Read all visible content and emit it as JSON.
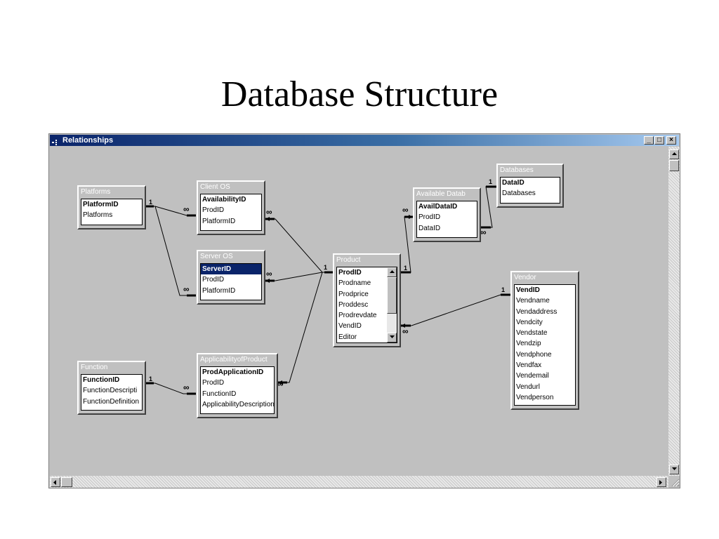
{
  "slide": {
    "title": "Database Structure"
  },
  "window": {
    "title": "Relationships",
    "buttons": {
      "minimize": "_",
      "maximize": "□",
      "close": "×"
    }
  },
  "tables": {
    "platforms": {
      "name": "Platforms",
      "fields": [
        "PlatformID",
        "Platforms"
      ]
    },
    "client_os": {
      "name": "Client OS",
      "fields": [
        "AvailabilityID",
        "ProdID",
        "PlatformID"
      ]
    },
    "server_os": {
      "name": "Server OS",
      "fields": [
        "ServerID",
        "ProdID",
        "PlatformID"
      ]
    },
    "available_databases": {
      "name": "Available Datab",
      "fields": [
        "AvailDataID",
        "ProdID",
        "DataID"
      ]
    },
    "databases": {
      "name": "Databases",
      "fields": [
        "DataID",
        "Databases"
      ]
    },
    "product": {
      "name": "Product",
      "fields": [
        "ProdID",
        "Prodname",
        "Prodprice",
        "Proddesc",
        "Prodrevdate",
        "VendID",
        "Editor"
      ]
    },
    "vendor": {
      "name": "Vendor",
      "fields": [
        "VendID",
        "Vendname",
        "Vendaddress",
        "Vendcity",
        "Vendstate",
        "Vendzip",
        "Vendphone",
        "Vendfax",
        "Vendemail",
        "Vendurl",
        "Vendperson"
      ]
    },
    "function": {
      "name": "Function",
      "fields": [
        "FunctionID",
        "FunctionDescripti",
        "FunctionDefinition"
      ]
    },
    "applicability": {
      "name": "ApplicabilityofProduct",
      "fields": [
        "ProdApplicationID",
        "ProdID",
        "FunctionID",
        "ApplicabilityDescription"
      ]
    }
  },
  "relationship_labels": {
    "one": "1",
    "many": "∞"
  },
  "colors": {
    "title_bar": "#0a246a",
    "table_header": "#c0c0c0",
    "selected_field": "#0a246a"
  }
}
